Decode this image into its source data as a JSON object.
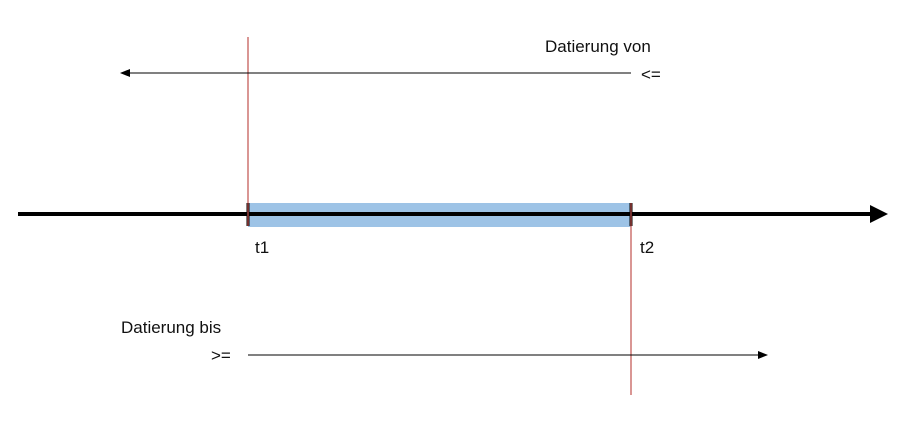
{
  "labels": {
    "from_title": "Datierung von",
    "from_op": "<=",
    "to_title": "Datierung bis",
    "to_op": ">=",
    "t1": "t1",
    "t2": "t2"
  },
  "colors": {
    "axis": "#000000",
    "marker_line": "#c0504d",
    "interval_fill": "#9dc3e6",
    "thin_arrow": "#000000"
  }
}
